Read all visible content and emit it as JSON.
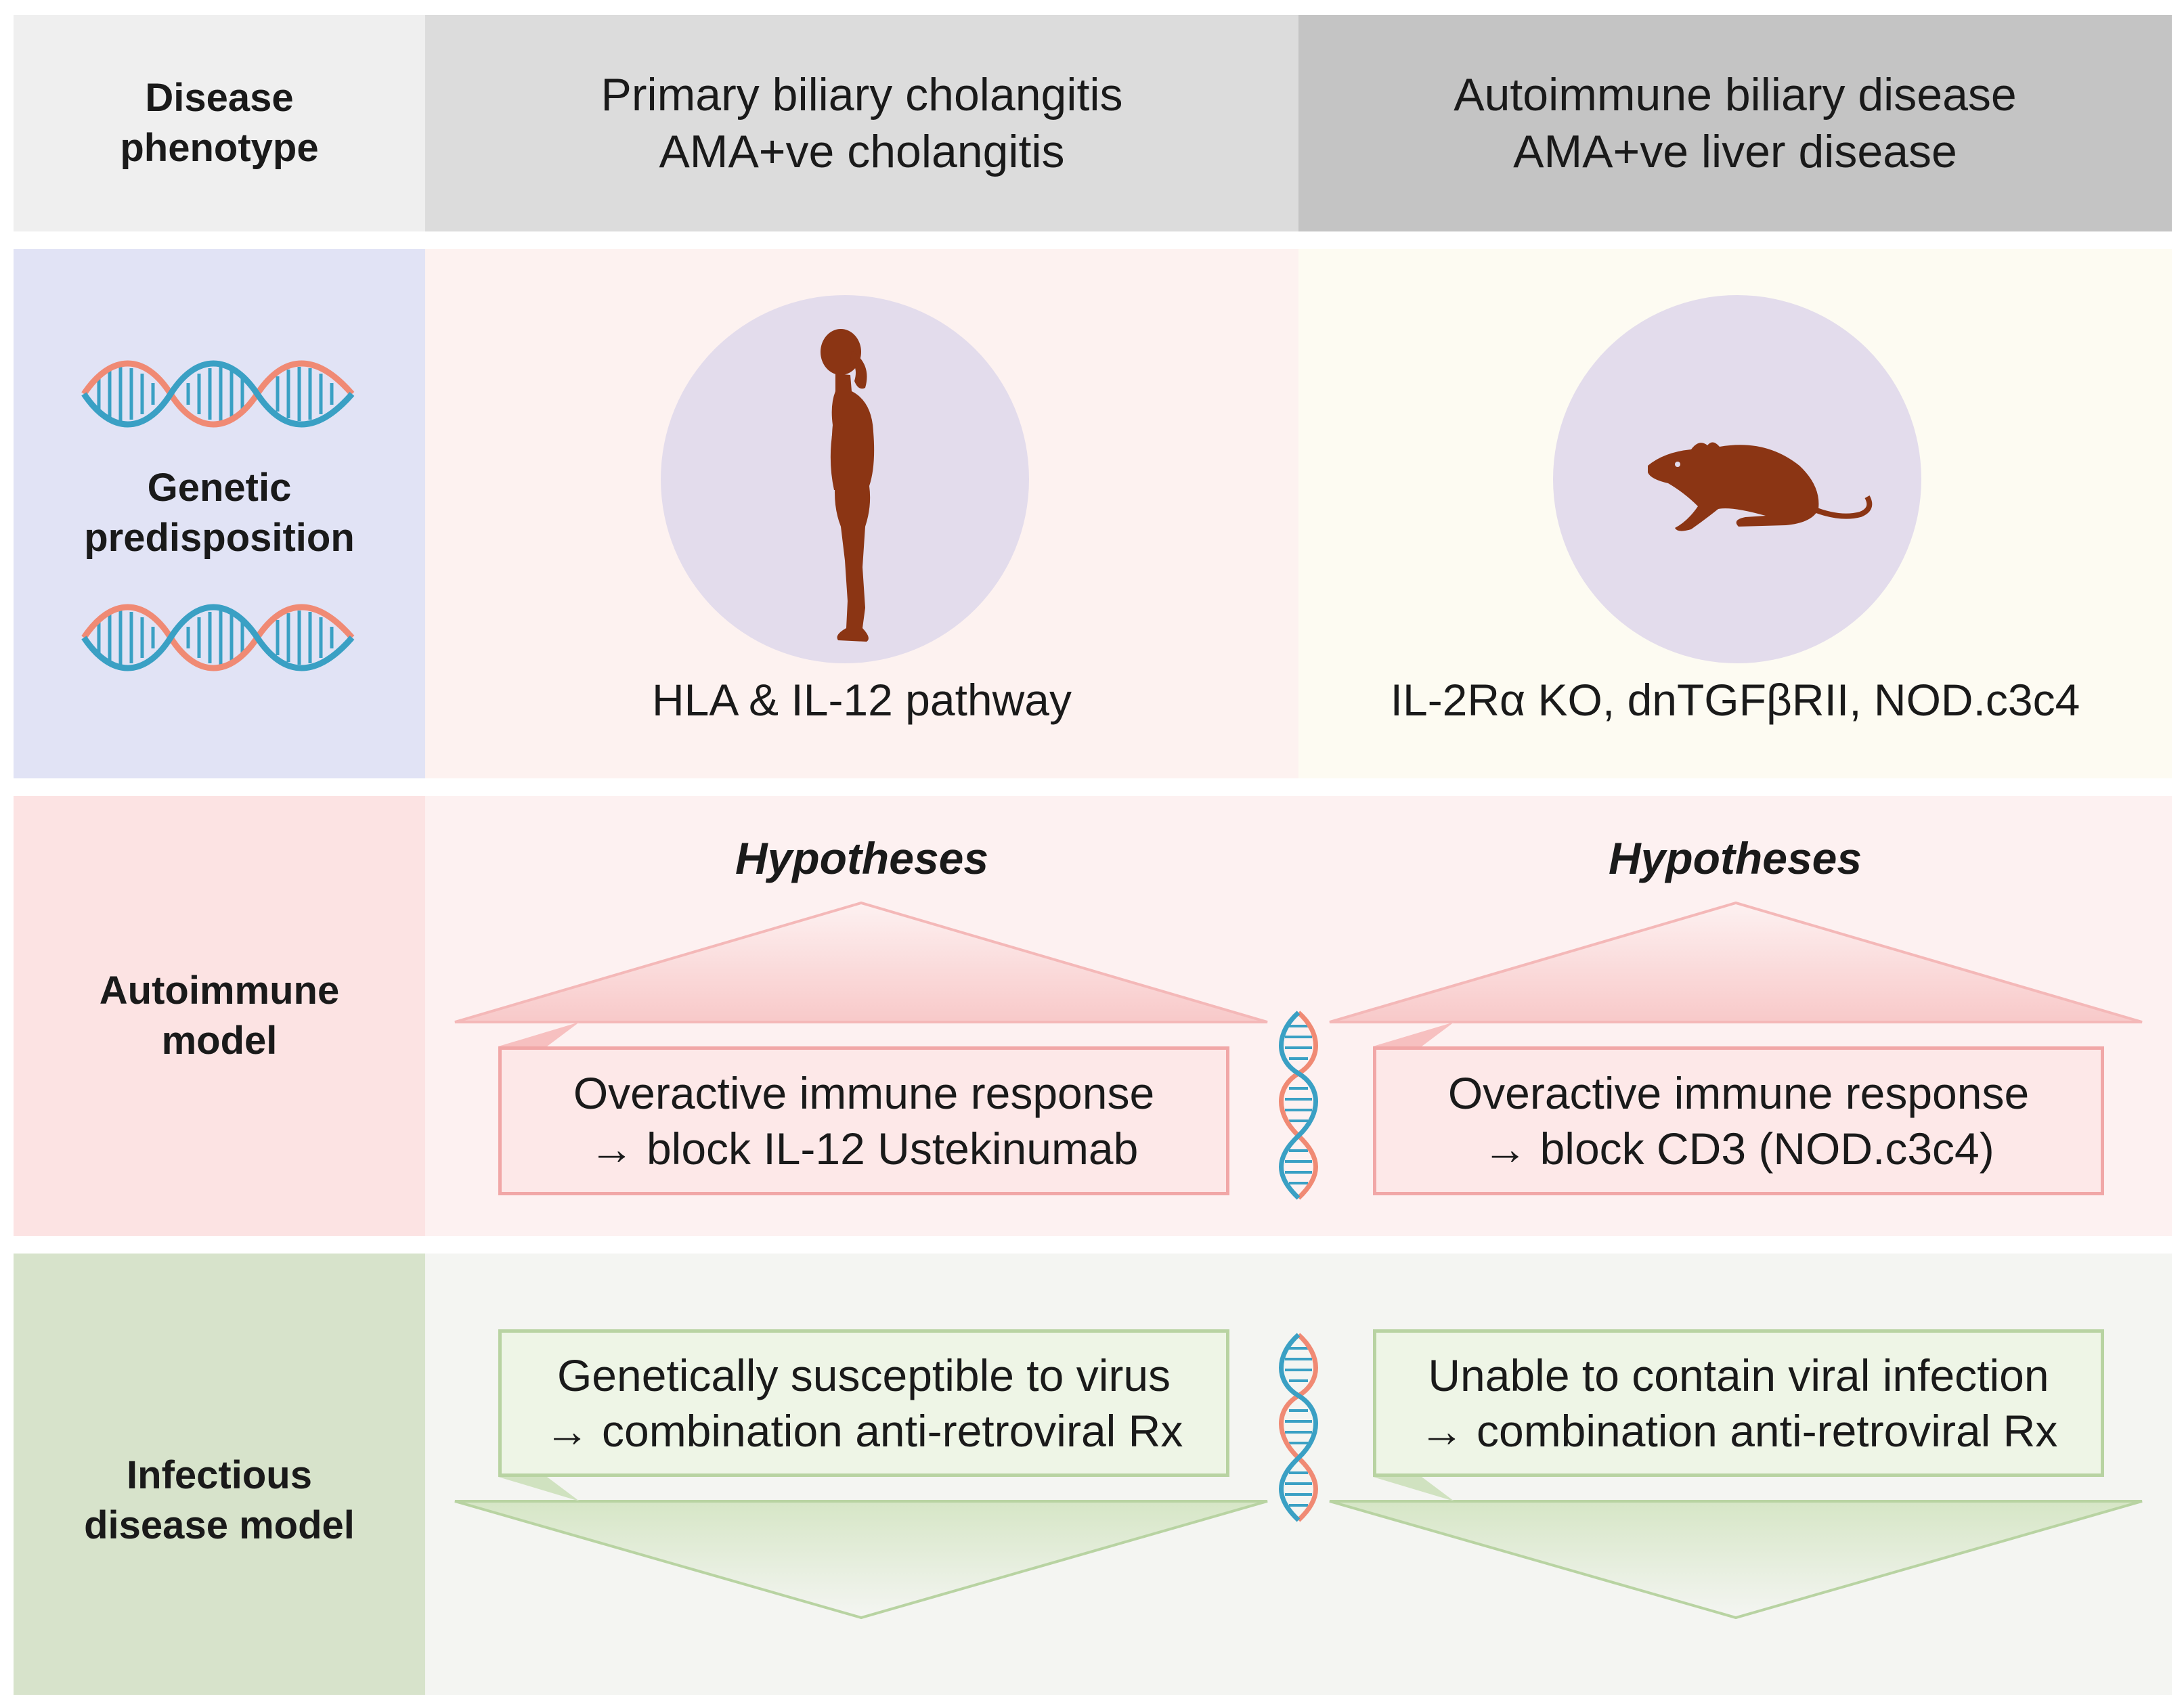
{
  "header": {
    "row_label": [
      "Disease",
      "phenotype"
    ],
    "human_col": [
      "Primary biliary cholangitis",
      "AMA+ve cholangitis"
    ],
    "mouse_col": [
      "Autoimmune biliary disease",
      "AMA+ve liver disease"
    ]
  },
  "genetic": {
    "row_label": [
      "Genetic",
      "predisposition"
    ],
    "human_caption": "HLA & IL-12 pathway",
    "mouse_caption": "IL-2Rα KO, dnTGFβRII, NOD.c3c4",
    "human_icon": "human-silhouette-icon",
    "mouse_icon": "mouse-silhouette-icon",
    "dna_icon": "dna-helix-icon"
  },
  "autoimmune": {
    "row_label": [
      "Autoimmune",
      "model"
    ],
    "human_hypotheses": "Hypotheses",
    "mouse_hypotheses": "Hypotheses",
    "human_box": [
      "Overactive immune response",
      "→ block IL-12 Ustekinumab"
    ],
    "mouse_box": [
      "Overactive immune response",
      "→ block CD3 (NOD.c3c4)"
    ]
  },
  "infectious": {
    "row_label": [
      "Infectious",
      "disease model"
    ],
    "human_box": [
      "Genetically susceptible to virus",
      "→ combination anti-retroviral Rx"
    ],
    "mouse_box": [
      "Unable to contain viral infection",
      "→ combination anti-retroviral Rx"
    ]
  },
  "colors": {
    "header_label_bg": "#efefef",
    "header_human_bg": "#dcdcdc",
    "header_mouse_bg": "#c4c4c4",
    "genetic_label_bg": "#e1e3f5",
    "genetic_human_bg": "#fdf2f0",
    "genetic_mouse_bg": "#fdfbf2",
    "autoimmune_label_bg": "#fce3e3",
    "autoimmune_bg": "#fdf1f1",
    "infectious_label_bg": "#d7e3cb",
    "infectious_bg": "#f4f5f2",
    "silhouette": "#8b3514",
    "circle": "#e3dcec",
    "dna_red": "#f08a74",
    "dna_blue": "#3aa0c4"
  }
}
